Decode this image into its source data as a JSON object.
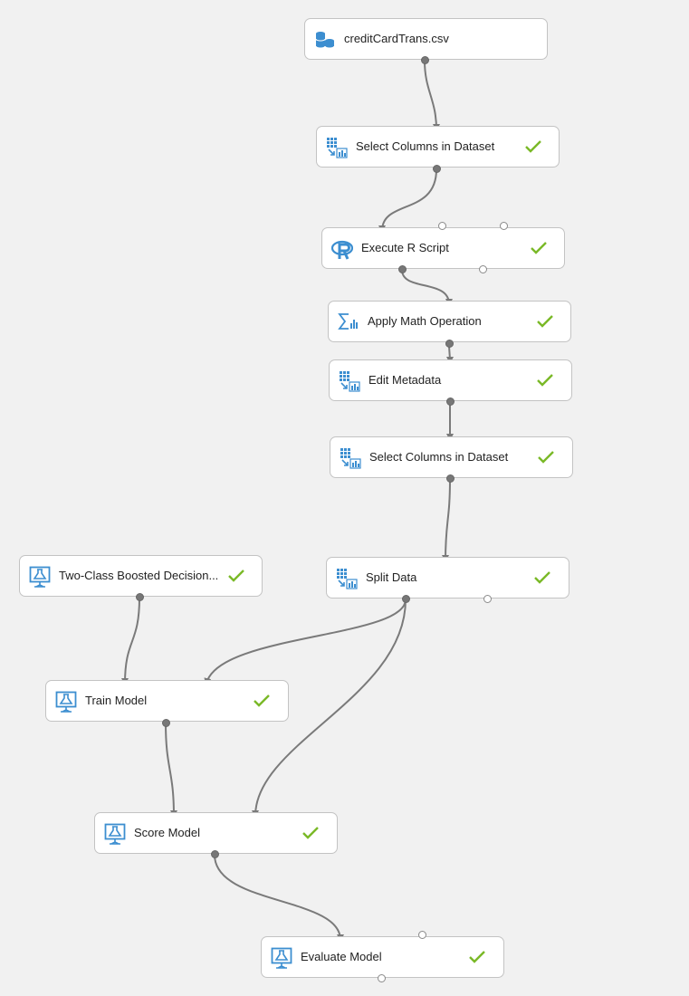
{
  "modules": {
    "dataset": {
      "label": "creditCardTrans.csv",
      "icon": "dataset-icon",
      "status": ""
    },
    "select_columns_1": {
      "label": "Select Columns in Dataset",
      "icon": "table-transform-icon",
      "status": "complete"
    },
    "execute_r": {
      "label": "Execute R Script",
      "icon": "r-logo-icon",
      "status": "complete"
    },
    "apply_math": {
      "label": "Apply Math Operation",
      "icon": "sigma-chart-icon",
      "status": "complete"
    },
    "edit_metadata": {
      "label": "Edit Metadata",
      "icon": "table-transform-icon",
      "status": "complete"
    },
    "select_columns_2": {
      "label": "Select Columns in Dataset",
      "icon": "table-transform-icon",
      "status": "complete"
    },
    "two_class": {
      "label": "Two-Class Boosted Decision...",
      "icon": "model-flask-icon",
      "status": "complete"
    },
    "split_data": {
      "label": "Split Data",
      "icon": "table-transform-icon",
      "status": "complete"
    },
    "train_model": {
      "label": "Train Model",
      "icon": "model-flask-icon",
      "status": "complete"
    },
    "score_model": {
      "label": "Score Model",
      "icon": "model-flask-icon",
      "status": "complete"
    },
    "evaluate_model": {
      "label": "Evaluate Model",
      "icon": "model-flask-icon",
      "status": "complete"
    }
  },
  "connections": [
    {
      "from": "dataset",
      "to": "select_columns_1"
    },
    {
      "from": "select_columns_1",
      "to": "execute_r"
    },
    {
      "from": "execute_r",
      "to": "apply_math"
    },
    {
      "from": "apply_math",
      "to": "edit_metadata"
    },
    {
      "from": "edit_metadata",
      "to": "select_columns_2"
    },
    {
      "from": "select_columns_2",
      "to": "split_data"
    },
    {
      "from": "two_class",
      "to": "train_model"
    },
    {
      "from": "split_data",
      "to": "train_model"
    },
    {
      "from": "split_data",
      "to": "score_model"
    },
    {
      "from": "train_model",
      "to": "score_model"
    },
    {
      "from": "score_model",
      "to": "evaluate_model"
    }
  ],
  "colors": {
    "canvas_background": "#f1f1f1",
    "node_background": "#ffffff",
    "node_border": "#c3c3c3",
    "icon_blue": "#3c8ed0",
    "check_green": "#7ab927",
    "connector": "#7a7a7a"
  }
}
